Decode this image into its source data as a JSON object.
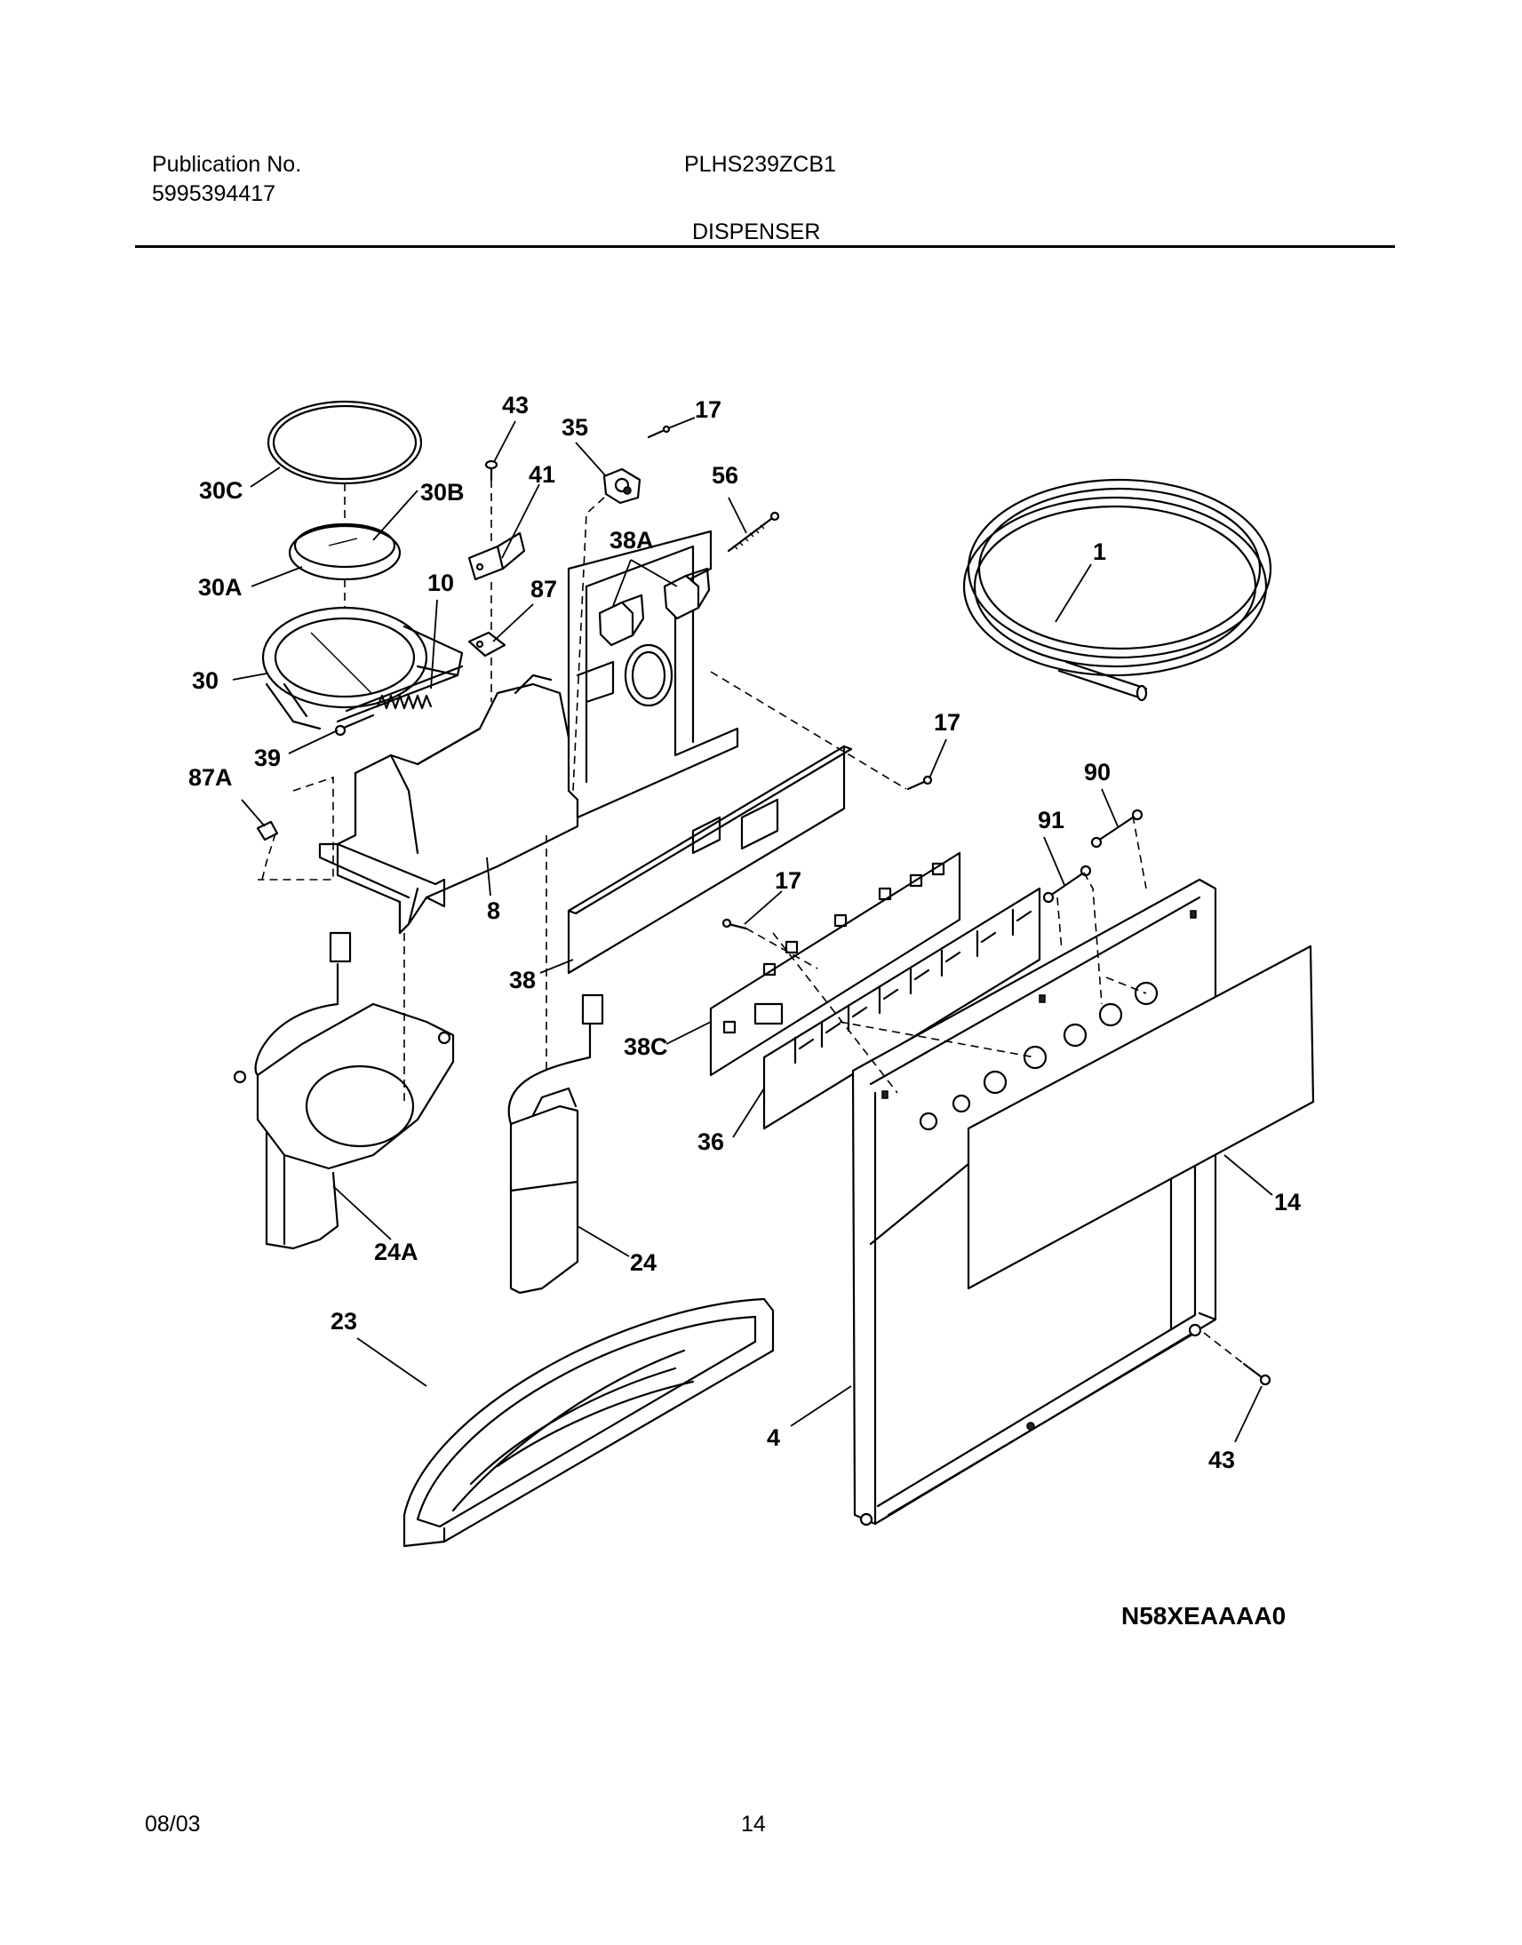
{
  "header": {
    "publication_label": "Publication No.",
    "publication_number": "5995394417",
    "model_number": "PLHS239ZCB1",
    "section_title": "DISPENSER"
  },
  "diagram": {
    "code": "N58XEAAAA0",
    "callouts": {
      "c30c": "30C",
      "c30b": "30B",
      "c30a": "30A",
      "c30": "30",
      "c10": "10",
      "c39": "39",
      "c87a": "87A",
      "c8": "8",
      "c43a": "43",
      "c41": "41",
      "c87": "87",
      "c35": "35",
      "c17a": "17",
      "c56": "56",
      "c38a": "38A",
      "c1": "1",
      "c17b": "17",
      "c90": "90",
      "c91": "91",
      "c17c": "17",
      "c38": "38",
      "c38c": "38C",
      "c36": "36",
      "c14": "14",
      "c24a": "24A",
      "c24": "24",
      "c23": "23",
      "c4": "4",
      "c43b": "43"
    }
  },
  "footer": {
    "date": "08/03",
    "page_number": "14"
  }
}
